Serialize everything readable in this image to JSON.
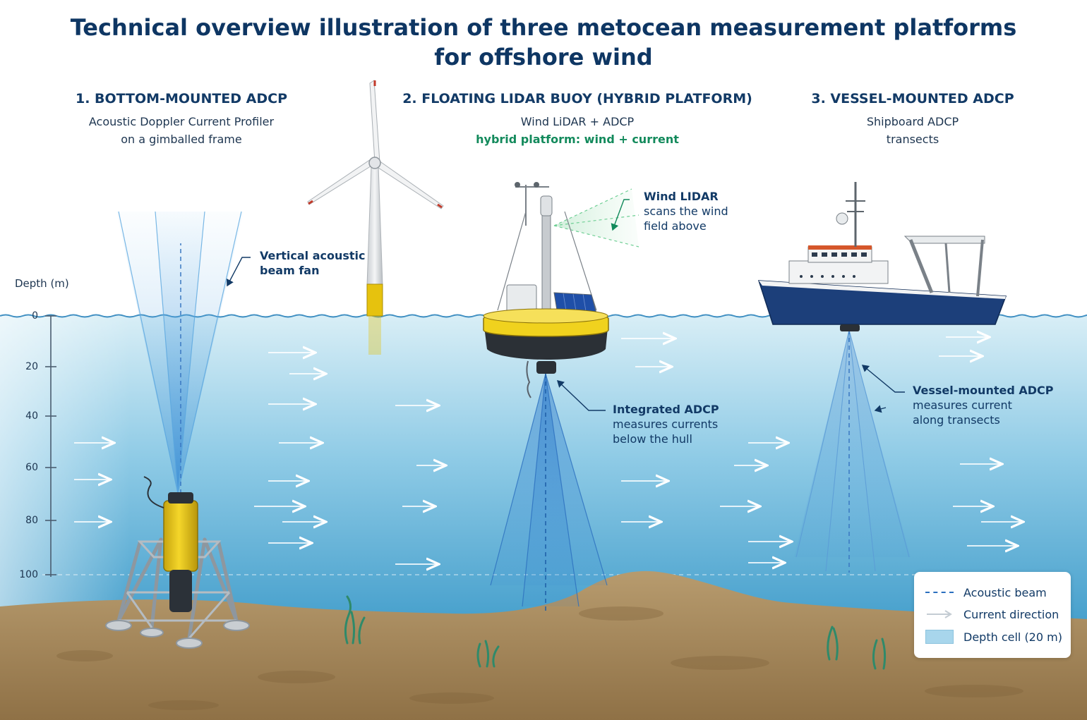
{
  "title": {
    "line1": "Technical overview illustration of three metocean measurement platforms",
    "line2": "for offshore wind"
  },
  "platforms": [
    {
      "heading": "1. BOTTOM-MOUNTED ADCP",
      "subtitle_line1": "Acoustic Doppler Current Profiler",
      "subtitle_line2": "on a gimballed frame"
    },
    {
      "heading": "2. FLOATING LIDAR BUOY (HYBRID PLATFORM)",
      "subtitle_line1": "Wind LiDAR + ADCP",
      "subtitle_line2": "hybrid platform: wind + current"
    },
    {
      "heading": "3. VESSEL-MOUNTED ADCP",
      "subtitle_line1": "Shipboard ADCP",
      "subtitle_line2": "transects"
    }
  ],
  "callouts": {
    "beam_fan": {
      "line1": "Vertical acoustic",
      "line2": "beam fan"
    },
    "wind_lidar": {
      "line1": "Wind LIDAR",
      "line2": "scans the wind",
      "line3": "field above"
    },
    "integrated_adcp": {
      "line1": "Integrated ADCP",
      "line2": "measures currents",
      "line3": "below the hull"
    },
    "vessel_adcp": {
      "line1": "Vessel-mounted ADCP",
      "line2": "measures current",
      "line3": "along transects"
    }
  },
  "depth_axis": {
    "label": "Depth (m)",
    "ticks": [
      "0",
      "20",
      "40",
      "60",
      "80",
      "100"
    ]
  },
  "legend": {
    "items": [
      {
        "label": "Acoustic beam"
      },
      {
        "label": "Current direction"
      },
      {
        "label": "Depth cell (20 m)"
      }
    ]
  },
  "colors": {
    "title": "#0e3663",
    "accent_green": "#138a5c",
    "water_top": "#cfe9f3",
    "water_bottom": "#1f8fc4",
    "seabed": "#b39366",
    "buoy_yellow": "#f0d21e",
    "ship_hull": "#1c3f7a"
  }
}
